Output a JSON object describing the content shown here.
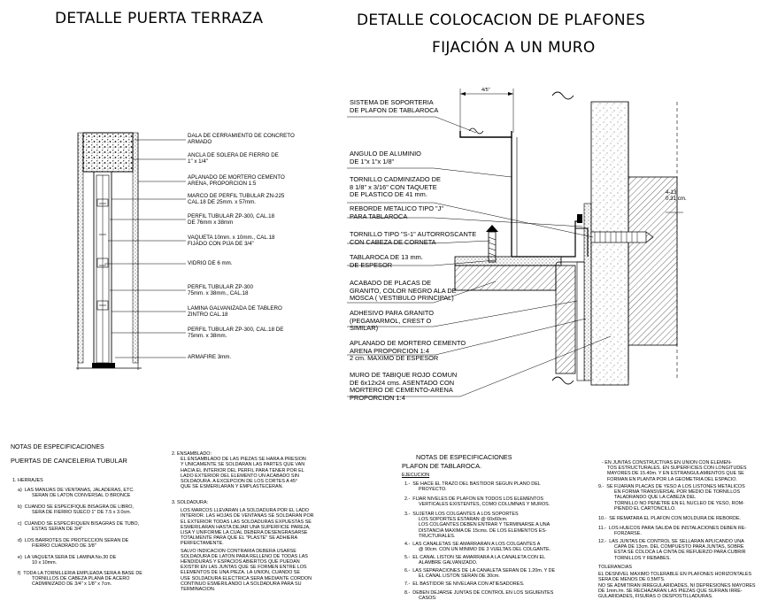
{
  "titles": {
    "puerta": "DETALLE PUERTA TERRAZA",
    "plafones_1": "DETALLE COLOCACION DE PLAFONES",
    "plafones_2": "FIJACIÓN A UN MURO"
  },
  "dimension_label": "4/5\"",
  "wall_dimension": [
    "4-13",
    "0.31 cm."
  ],
  "puerta_labels": [
    [
      "DALA DE CERRAMIENTO DE CONCRETO",
      "ARMADO"
    ],
    [
      "ANCLA DE SOLERA DE FIERRO DE",
      "1\" x 1/4\""
    ],
    [
      "APLANADO DE MORTERO CEMENTO",
      "ARENA, PROPORCION 1:5"
    ],
    [
      "MARCO DE PERFIL TUBULAR ZN-225",
      "CAL.18 DE 25mm. x 57mm."
    ],
    [
      "PERFIL TUBULAR ZP-300, CAL.18",
      "DE 76mm x 38mm"
    ],
    [
      "VAQUETA 10mm. x 10mm., CAL.18",
      "FIJADO CON PIJA DE 3/4\""
    ],
    [
      "VIDRIO DE 6 mm."
    ],
    [
      "PERFIL TUBULAR ZP-300",
      "75mm. x 38mm., CAL.18"
    ],
    [
      "LAMINA GALVANIZADA DE TABLERO",
      "ZINTRO CAL.18"
    ],
    [
      "PERFIL TUBULAR ZP-300, CAL.18 DE",
      "75mm. x 38mm."
    ],
    [
      "ARMAFIRE 3mm."
    ]
  ],
  "plafon_labels": [
    [
      "SISTEMA DE SOPORTERIA",
      "DE PLAFON DE TABLAROCA"
    ],
    [
      "ANGULO DE ALUMINIO",
      "DE 1\"x 1\"x 1/8\""
    ],
    [
      "TORNILLO CADMINIZADO DE",
      "8 1/8\" x 3/16\" CON TAQUETE",
      "DE PLASTICO DE 41 mm."
    ],
    [
      "REBORDE METALICO TIPO \"J\"",
      "PARA TABLAROCA"
    ],
    [
      "TORNILLO TIPO \"S-1\" AUTORROSCANTE",
      "CON CABEZA DE CORNETA"
    ],
    [
      "TABLAROCA DE 13 mm.",
      "DE ESPESOR"
    ],
    [
      "ACABADO DE PLACAS DE",
      "GRANITO, COLOR NEGRO ALA DE",
      "MOSCA ( VESTIBULO PRINCIPAL)"
    ],
    [
      "ADHESIVO PARA GRANITO",
      "(PEGAMARMOL, CREST O",
      "SIMILAR)"
    ],
    [
      "APLANADO DE MORTERO CEMENTO",
      "ARENA PROPORCION 1:4",
      "2 cm. MAXIMO DE ESPESOR"
    ],
    [
      "MURO DE TABIQUE ROJO COMUN",
      "DE 6x12x24 cms. ASENTADO CON",
      "MORTERO DE CEMENTO-ARENA",
      "PROPORCION 1:4"
    ]
  ],
  "notas_puerta": {
    "header": "NOTAS DE ESPECIFICACIONES",
    "subheader": "PUERTAS DE CANCELERIA TUBULAR",
    "sec1": "1.  HERRAJES",
    "items": [
      [
        "a)",
        "LAS MANIJAS DE VENTANAS, JALADERAS, ETC.",
        "SERAN DE LATON CONVERSAL O BRONCE"
      ],
      [
        "b)",
        "CUANDO SE ESPECIFIQUE BISAGRA DE LIBRO,",
        "SERA DE FIERRO SUECO 1\" DE 7.5 x 3.0cm."
      ],
      [
        "c)",
        "CUANDO SE ESPECIFIQUEN BISAGRAS DE TUBO,",
        "ESTAS SERAN DE 3/4\""
      ],
      [
        "d)",
        "LOS BARROTES DE PROTECCION SERAN DE",
        "FIERRO CUADRADO DE 3/8\""
      ],
      [
        "e)",
        "LA VAQUETA SERA DE LAMINA No.30 DE",
        "10 x 10mm."
      ],
      [
        "f)",
        "TODA LA TORNILLERIA EMPLEADA SERA A BASE DE",
        "TORNILLOS DE CABEZA PLANA DE ACERO",
        "CADMINIZADO DE 3/4\" x 1/8\" x 7cm."
      ]
    ],
    "sec2_title": "2.  ENSAMBLADO:",
    "sec2_lines": [
      "EL ENSAMBLADO DE LAS PIEZAS SE HARA A PRESION",
      "Y UNICAMENTE SE SOLDARAN LAS PARTES QUE VAN",
      "HACIA EL INTERIOR DEL PERFIL PARA TENER POR EL",
      "LADO EXTERIOR DEL ELEMENTO UN ACABADO SIN",
      "SOLDADURA. A EXCEPCION DE LOS CORTES A 45°",
      "QUE SE ESMERILARAN Y EMPLASTECERAN."
    ],
    "sec3_title": "3.  SOLDADURA:",
    "sec3_lines": [
      "LOS MARCOS LLEVARAN LA SOLDADURA POR EL LADO",
      "INTERIOR. LAS HOJAS DE VENTANAS SE SOLDARAN POR",
      "EL EXTERIOR TODAS LAS SOLDADURAS EXPUESTAS SE",
      "ESMERILARAN HASTA DEJAR UNA SUPERFICIE PAREJA,",
      "LISA Y UNIFORME LA CUAL DEBERA DESENGRASARSE",
      "TOTALMENTE PARA QUE EL \"PLASTE\" SE ADHIERA",
      "PERFECTAMENTE.",
      "SALVO INDICACION CONTRARIA DEBERA USARSE",
      "SOLDADURA DE LATON PARA RELLENO DE TODAS LAS",
      "HENDIDURAS Y ESPACIOS ABIERTOS QUE PUEDAN",
      "EXISTIR EN LAS JUNTAS QUE SE FORMEN ENTRE LOS",
      "ELEMENTOS DE UNA PIEZA. LA UNION, CUANDO SE",
      "USE SOLDADURA ELECTRICA SERA MEDIANTE CORDON",
      "CONTINUO ESMERILANDO LA SOLDADURA PARA SU",
      "TERMINACION."
    ]
  },
  "notas_plafon": {
    "header": "NOTAS DE ESPECIFICACIONES",
    "subheader": "PLAFON DE TABLAROCA.",
    "sec": "EJECUCION",
    "items": [
      [
        "1.-",
        "SE HACE EL TRAZO DEL BASTIDOR SEGUN PLANO DEL",
        "PROYECTO."
      ],
      [
        "2.-",
        "FIJAR NIVELES DE PLAFON EN TODOS LOS ELEMENTOS",
        "VERTICALES EXISTENTES, COMO COLUMNAS Y MUROS."
      ],
      [
        "3.-",
        "SUJETAR LOS COLGANTES A LOS SOPORTES",
        "LOS SOPORTES ESTARAN @ 60x60cm.",
        "LOS COLGANTES DEBEN ENTRAR Y TERMINARSE A UNA",
        "DISTANCIA MAXIMA DE 15cms. DE LOS ELEMENTOS ES-",
        "TRUCTURALES."
      ],
      [
        "4.-",
        "LAS CANALETAS SE AMARRARAN A LOS COLGANTES A",
        "@ 90cm. CON UN MINIMO DE 3 VUELTAS DEL COLGANTE."
      ],
      [
        "5.-",
        "EL CANAL LISTON SE AMARRARA A LA CANALETA CON EL",
        "ALAMBRE GALVANIZADO."
      ],
      [
        "6.-",
        "LAS SEPARACIONES DE LA CANALETA SERAN DE 1.20m. Y DE",
        "EL CANAL LISTON SERAN DE 30cm."
      ],
      [
        "7.-",
        "EL BASTIDOR SE NIVELARA CON ATIESADORES."
      ],
      [
        "8.-",
        "DEBEN DEJARSE JUNTAS DE CONTROL EN LOS SIGUIENTES",
        "CASOS:"
      ]
    ],
    "col2_top": [
      "- EN JUNTAS CONSTRUCTIVAS EN UNION CON ELEMEN-",
      "TOS ESTRUCTURALES. EN SUPERFICIES CON LONGITUDES",
      "MAYORES DE 15.40m. Y EN ESTRANGULAMIENTOS QUE SE",
      "FORMAN EN PLANTA POR LA GEOMETRIA DEL ESPACIO."
    ],
    "col2_items": [
      [
        "9.-",
        "SE FIJARAN PLACAS DE YESO A LOS LISTONES METALICOS",
        "EN FORMA TRANSVERSAL POR MEDIO DE TORNILLOS",
        "TALADRANDO QUE LA CABEZA DEL",
        "TORNILLO NO PENETRE EN EL NUCLEO DE YESO, ROM-",
        "PIENDO EL CARTONCILLO."
      ],
      [
        "10.-",
        "SE REMATARA EL PLAFON CON MOLDURA DE REBORDE."
      ],
      [
        "11.-",
        "LOS HUECOS PARA SALIDA DE INSTALACIONES DEBEN RE-",
        "FORZARSE."
      ],
      [
        "12.-",
        "LAS JUNTAS DE CONTROL SE SELLARAN APLICANDO UNA",
        "CAPA DE 13cm. DEL COMPUESTO PARA JUNTAS, SOBRE",
        "ESTA SE COLOCA LA CINTA DE REFUERZO PARA CUBRIR",
        "TORNILLOS Y REBABES."
      ]
    ],
    "tol_title": "TOLERANCIAS",
    "tol_lines": [
      "EL DESNIVEL MAXIMO TOLERABLE EN PLAFONES HORIZONTALES",
      "SERA DE MENOS DE 0.5MTS.",
      "NO SE ADMITIRAN IRREGULARIDADES, NI DEPRESIONES MAYORES",
      "DE 1mm./m. SE RECHAZARAN LAS PIEZAS QUE SUFRAN IRRE-",
      "GULARIDADES, FISURAS O DESPOSTILLADURAS."
    ]
  }
}
